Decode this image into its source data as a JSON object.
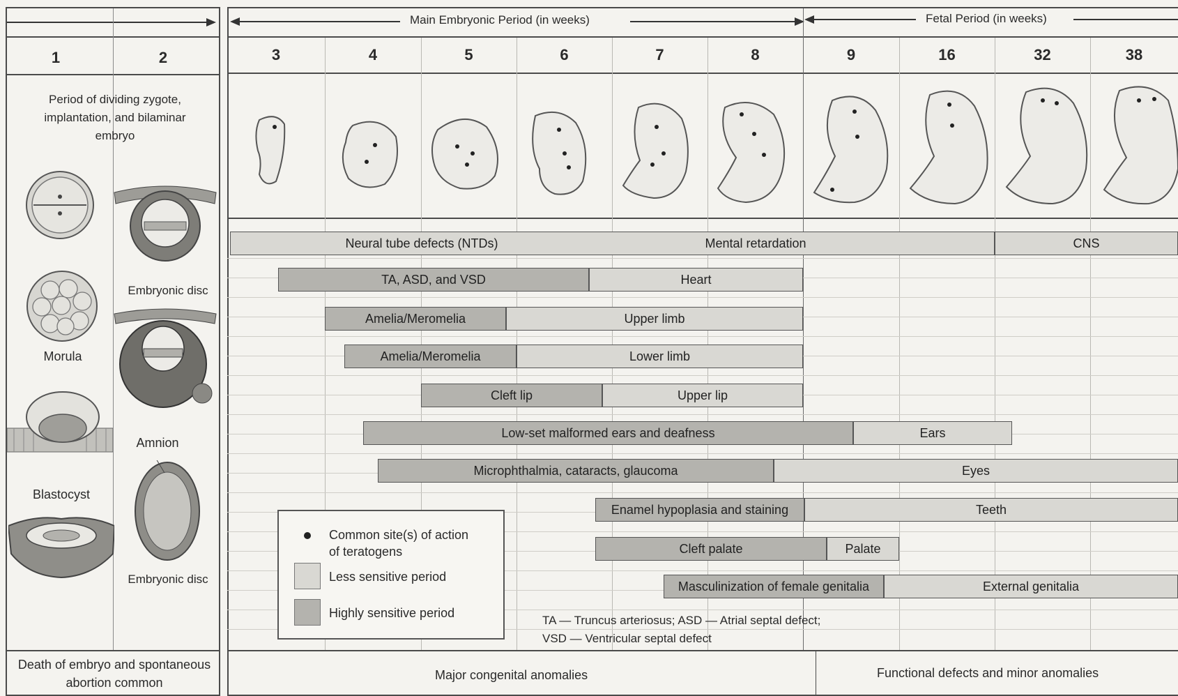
{
  "header": {
    "embryonic_period": "Main Embryonic Period (in weeks)",
    "fetal_period": "Fetal Period (in weeks)"
  },
  "weeks_left": [
    "1",
    "2"
  ],
  "weeks_main": [
    "3",
    "4",
    "5",
    "6",
    "7",
    "8",
    "9",
    "16",
    "32",
    "38"
  ],
  "left_panel": {
    "description": "Period of dividing zygote, implantation, and bilaminar embryo",
    "morula": "Morula",
    "blastocyst": "Blastocyst",
    "embryonic_disc_1": "Embryonic disc",
    "amnion": "Amnion",
    "embryonic_disc_2": "Embryonic disc",
    "footer": "Death of embryo and spontaneous abortion common"
  },
  "bars": [
    {
      "id": "cns",
      "segments": [
        {
          "label": "Neural tube defects (NTDs)",
          "level": "high"
        },
        {
          "label": "Mental retardation",
          "level": "less"
        },
        {
          "label": "CNS",
          "level": "less"
        }
      ]
    },
    {
      "id": "heart",
      "segments": [
        {
          "label": "TA, ASD, and VSD",
          "level": "high"
        },
        {
          "label": "Heart",
          "level": "less"
        }
      ]
    },
    {
      "id": "upper-limb",
      "segments": [
        {
          "label": "Amelia/Meromelia",
          "level": "high"
        },
        {
          "label": "Upper limb",
          "level": "less"
        }
      ]
    },
    {
      "id": "lower-limb",
      "segments": [
        {
          "label": "Amelia/Meromelia",
          "level": "high"
        },
        {
          "label": "Lower limb",
          "level": "less"
        }
      ]
    },
    {
      "id": "lip",
      "segments": [
        {
          "label": "Cleft lip",
          "level": "high"
        },
        {
          "label": "Upper lip",
          "level": "less"
        }
      ]
    },
    {
      "id": "ears",
      "segments": [
        {
          "label": "Low-set malformed ears and deafness",
          "level": "high"
        },
        {
          "label": "Ears",
          "level": "less"
        }
      ]
    },
    {
      "id": "eyes",
      "segments": [
        {
          "label": "Microphthalmia, cataracts, glaucoma",
          "level": "high"
        },
        {
          "label": "Eyes",
          "level": "less"
        }
      ]
    },
    {
      "id": "teeth",
      "segments": [
        {
          "label": "Enamel hypoplasia and staining",
          "level": "high"
        },
        {
          "label": "Teeth",
          "level": "less"
        }
      ]
    },
    {
      "id": "palate",
      "segments": [
        {
          "label": "Cleft palate",
          "level": "high"
        },
        {
          "label": "Palate",
          "level": "less"
        }
      ]
    },
    {
      "id": "genitalia",
      "segments": [
        {
          "label": "Masculinization of female genitalia",
          "level": "high"
        },
        {
          "label": "External genitalia",
          "level": "less"
        }
      ]
    }
  ],
  "legend": {
    "dot_text_1": "Common site(s) of action",
    "dot_text_2": "of teratogens",
    "less": "Less sensitive period",
    "high": "Highly sensitive period"
  },
  "abbrev": {
    "line1": "TA — Truncus arteriosus; ASD — Atrial septal defect;",
    "line2": "VSD — Ventricular septal defect"
  },
  "footer": {
    "major": "Major congenital anomalies",
    "functional": "Functional defects and minor anomalies"
  },
  "colors": {
    "highly_sensitive": "#b4b3ae",
    "less_sensitive": "#d9d8d3",
    "embryo": "#ecebe7"
  }
}
